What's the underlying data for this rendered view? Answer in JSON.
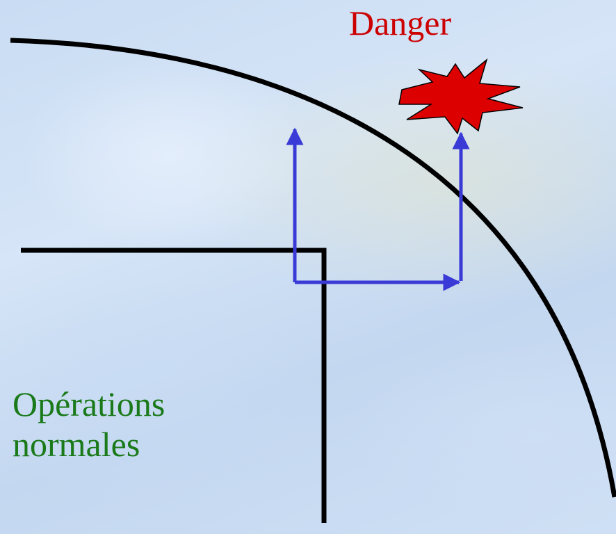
{
  "labels": {
    "danger": "Danger",
    "normal_line1": "Opérations",
    "normal_line2": "normales"
  },
  "colors": {
    "danger_text": "#cc0000",
    "normal_text": "#1a7a1a",
    "arrow": "#3a3ad6",
    "boundary": "#000000",
    "star_fill": "#dd0000",
    "star_stroke": "#000000"
  },
  "icons": {
    "danger_marker": "explosion-star-icon"
  }
}
